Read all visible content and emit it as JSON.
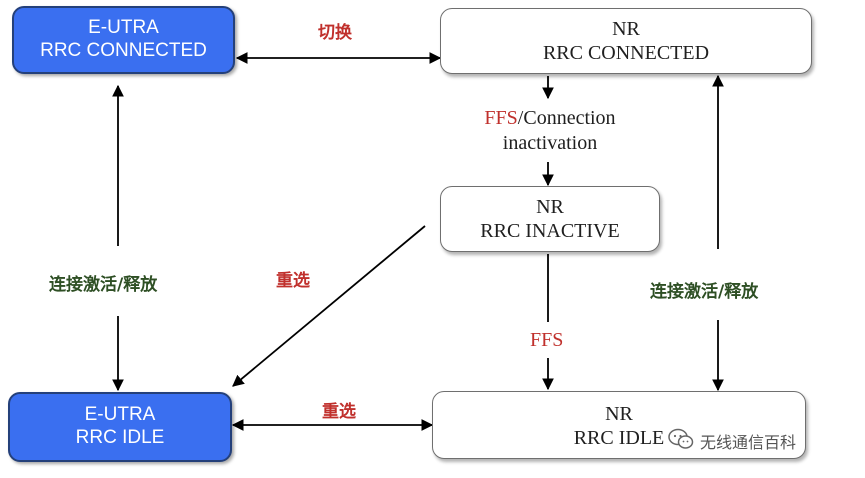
{
  "boxes": {
    "eutra_connected": {
      "line1": "E-UTRA",
      "line2": "RRC CONNECTED"
    },
    "nr_connected": {
      "line1": "NR",
      "line2": "RRC  CONNECTED"
    },
    "nr_inactive": {
      "line1": "NR",
      "line2": "RRC  INACTIVE"
    },
    "eutra_idle": {
      "line1": "E-UTRA",
      "line2": "RRC IDLE"
    },
    "nr_idle": {
      "line1": "NR",
      "line2": "RRC  IDLE"
    }
  },
  "labels": {
    "handover": "切换",
    "ffs_prefix": "FFS",
    "connection_line1": "/Connection",
    "connection_line2": "inactivation",
    "reselect_diag": "重选",
    "connect_release_left": "连接激活/释放",
    "connect_release_right": "连接激活/释放",
    "ffs_lower": "FFS",
    "reselect_bottom": "重选"
  },
  "watermark": {
    "text": "无线通信百科",
    "icon": "wechat-icon"
  },
  "colors": {
    "blue_box": "#3a6ff0",
    "red_label": "#c0302c",
    "green_label": "#2e4f24"
  }
}
